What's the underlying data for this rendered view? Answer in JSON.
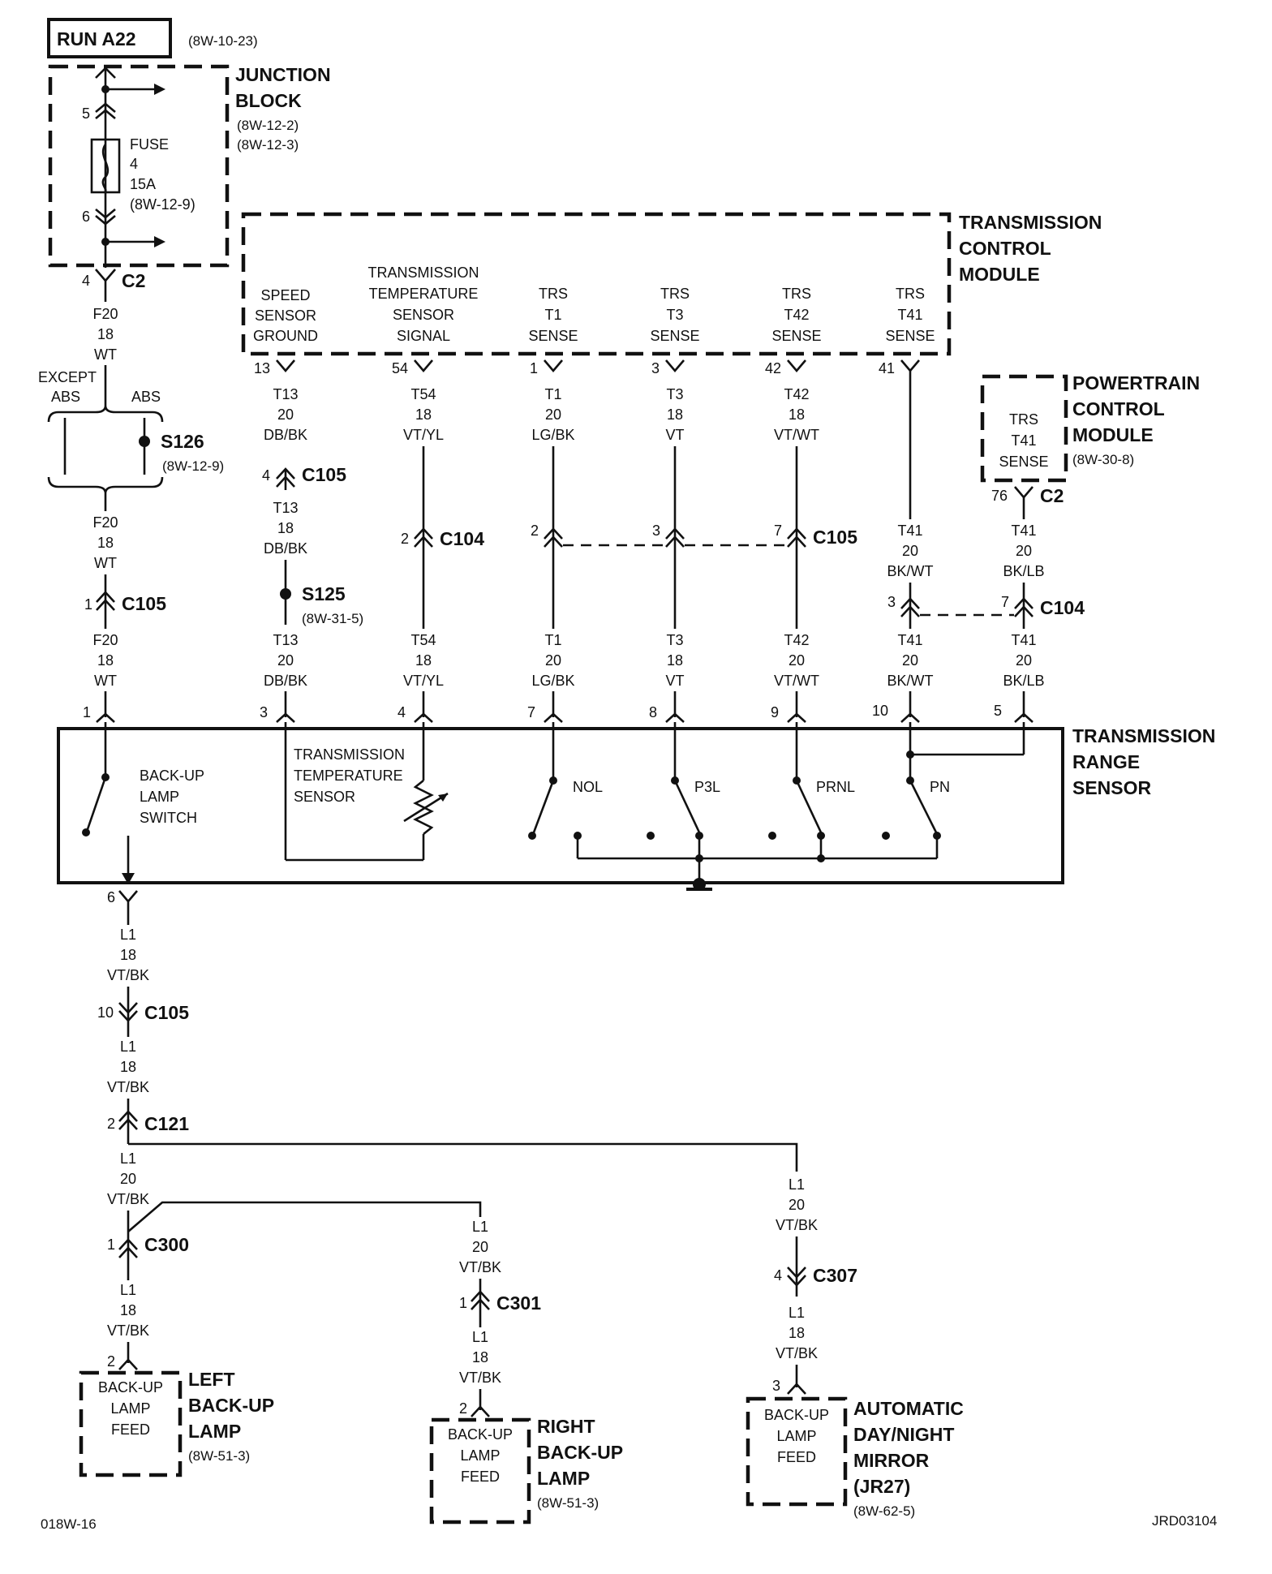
{
  "diagram": {
    "run_label": "RUN A22",
    "run_ref": "(8W-10-23)",
    "page_id": "018W-16",
    "drawing_id": "JRD03104",
    "junction_block": {
      "title": [
        "JUNCTION",
        "BLOCK"
      ],
      "refs": [
        "(8W-12-2)",
        "(8W-12-3)"
      ],
      "pin_in": "5",
      "pin_out": "6",
      "fuse": [
        "FUSE",
        "4",
        "15A",
        "(8W-12-9)"
      ]
    },
    "c2_top": {
      "pin": "4",
      "name": "C2"
    },
    "wire_f20": [
      "F20",
      "18",
      "WT"
    ],
    "abs_option": {
      "left": [
        "EXCEPT",
        "ABS"
      ],
      "right": "ABS"
    },
    "s126": {
      "name": "S126",
      "ref": "(8W-12-9)"
    },
    "c105_f20": {
      "pin": "1",
      "name": "C105"
    },
    "tcm": {
      "title": [
        "TRANSMISSION",
        "CONTROL",
        "MODULE"
      ],
      "circuits": [
        {
          "label": [
            "SPEED",
            "SENSOR",
            "GROUND"
          ],
          "pin": "13"
        },
        {
          "label": [
            "TRANSMISSION",
            "TEMPERATURE",
            "SENSOR",
            "SIGNAL"
          ],
          "pin": "54"
        },
        {
          "label": [
            "TRS",
            "T1",
            "SENSE"
          ],
          "pin": "1"
        },
        {
          "label": [
            "TRS",
            "T3",
            "SENSE"
          ],
          "pin": "3"
        },
        {
          "label": [
            "TRS",
            "T42",
            "SENSE"
          ],
          "pin": "42"
        },
        {
          "label": [
            "TRS",
            "T41",
            "SENSE"
          ],
          "pin": "41"
        }
      ]
    },
    "pcm": {
      "title": [
        "POWERTRAIN",
        "CONTROL",
        "MODULE"
      ],
      "ref": "(8W-30-8)",
      "label": [
        "TRS",
        "T41",
        "SENSE"
      ],
      "pin": "76",
      "connector": "C2"
    },
    "wires": {
      "t13_top": [
        "T13",
        "20",
        "DB/BK"
      ],
      "t13_mid": [
        "T13",
        "18",
        "DB/BK"
      ],
      "t13_bot": [
        "T13",
        "20",
        "DB/BK"
      ],
      "t54_top": [
        "T54",
        "18",
        "VT/YL"
      ],
      "t54_bot": [
        "T54",
        "18",
        "VT/YL"
      ],
      "t1_top": [
        "T1",
        "20",
        "LG/BK"
      ],
      "t1_bot": [
        "T1",
        "20",
        "LG/BK"
      ],
      "t3_top": [
        "T3",
        "18",
        "VT"
      ],
      "t3_bot": [
        "T3",
        "18",
        "VT"
      ],
      "t42_top": [
        "T42",
        "18",
        "VT/WT"
      ],
      "t42_bot": [
        "T42",
        "20",
        "VT/WT"
      ],
      "t41_mid": [
        "T41",
        "20",
        "BK/WT"
      ],
      "t41_bot": [
        "T41",
        "20",
        "BK/WT"
      ],
      "t41pcm_mid": [
        "T41",
        "20",
        "BK/LB"
      ],
      "t41pcm_bot": [
        "T41",
        "20",
        "BK/LB"
      ]
    },
    "c105_t13": {
      "pin": "4",
      "name": "C105"
    },
    "s125": {
      "name": "S125",
      "ref": "(8W-31-5)"
    },
    "c104_t54": {
      "pin": "2",
      "name": "C104"
    },
    "c105_group": {
      "pins": [
        "2",
        "3",
        "7"
      ],
      "name": "C105"
    },
    "c104_group": {
      "pins": [
        "3",
        "7"
      ],
      "name": "C104"
    },
    "trs": {
      "title": [
        "TRANSMISSION",
        "RANGE",
        "SENSOR"
      ],
      "pins": [
        "1",
        "3",
        "4",
        "7",
        "8",
        "9",
        "10",
        "5",
        "6"
      ],
      "backup_switch": [
        "BACK-UP",
        "LAMP",
        "SWITCH"
      ],
      "temp_sensor": [
        "TRANSMISSION",
        "TEMPERATURE",
        "SENSOR"
      ],
      "switches": [
        "NOL",
        "P3L",
        "PRNL",
        "PN"
      ]
    },
    "wire_l1_a": [
      "L1",
      "18",
      "VT/BK"
    ],
    "c105_l1": {
      "pin": "10",
      "name": "C105"
    },
    "wire_l1_b": [
      "L1",
      "18",
      "VT/BK"
    ],
    "c121": {
      "pin": "2",
      "name": "C121"
    },
    "wire_l1_c": [
      "L1",
      "20",
      "VT/BK"
    ],
    "c300": {
      "pin": "1",
      "name": "C300"
    },
    "wire_l1_left": [
      "L1",
      "18",
      "VT/BK"
    ],
    "wire_l1_right_a": [
      "L1",
      "20",
      "VT/BK"
    ],
    "c301": {
      "pin": "1",
      "name": "C301"
    },
    "wire_l1_right_b": [
      "L1",
      "18",
      "VT/BK"
    ],
    "wire_l1_mirror_a": [
      "L1",
      "20",
      "VT/BK"
    ],
    "c307": {
      "pin": "4",
      "name": "C307"
    },
    "wire_l1_mirror_b": [
      "L1",
      "18",
      "VT/BK"
    ],
    "left_lamp": {
      "pin": "2",
      "box": [
        "BACK-UP",
        "LAMP",
        "FEED"
      ],
      "title": [
        "LEFT",
        "BACK-UP",
        "LAMP"
      ],
      "ref": "(8W-51-3)"
    },
    "right_lamp": {
      "pin": "2",
      "box": [
        "BACK-UP",
        "LAMP",
        "FEED"
      ],
      "title": [
        "RIGHT",
        "BACK-UP",
        "LAMP"
      ],
      "ref": "(8W-51-3)"
    },
    "mirror": {
      "pin": "3",
      "box": [
        "BACK-UP",
        "LAMP",
        "FEED"
      ],
      "title": [
        "AUTOMATIC",
        "DAY/NIGHT",
        "MIRROR",
        "(JR27)"
      ],
      "ref": "(8W-62-5)"
    }
  }
}
